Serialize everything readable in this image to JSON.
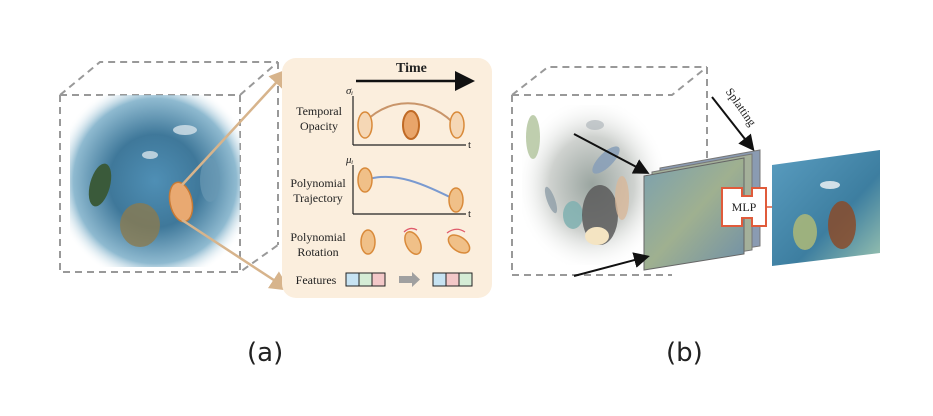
{
  "panel_a": {
    "label": "(a)",
    "time_label": "Time",
    "rows": [
      {
        "label_line1": "Temporal",
        "label_line2": "Opacity",
        "axis_y": "σᵢ",
        "axis_x": "t"
      },
      {
        "label_line1": "Polynomial",
        "label_line2": "Trajectory",
        "axis_y": "μᵢ",
        "axis_x": "t"
      },
      {
        "label_line1": "Polynomial",
        "label_line2": "Rotation"
      },
      {
        "label_line1": "Features"
      }
    ]
  },
  "panel_b": {
    "label": "(b)",
    "splatting_label": "Splatting",
    "mlp_label": "MLP"
  },
  "colors": {
    "panel_bg": "#fbeedd",
    "ellipse_fill": "#f0c088",
    "ellipse_stroke": "#d98a3a",
    "curve_opacity": "#c9956a",
    "curve_trajectory": "#7a9ad0",
    "feature_blue": "#c7e3f2",
    "feature_pink": "#f3c8c8",
    "feature_green": "#d5ecd5",
    "mlp_stroke": "#e05b3b",
    "cube_dash": "#999999"
  }
}
